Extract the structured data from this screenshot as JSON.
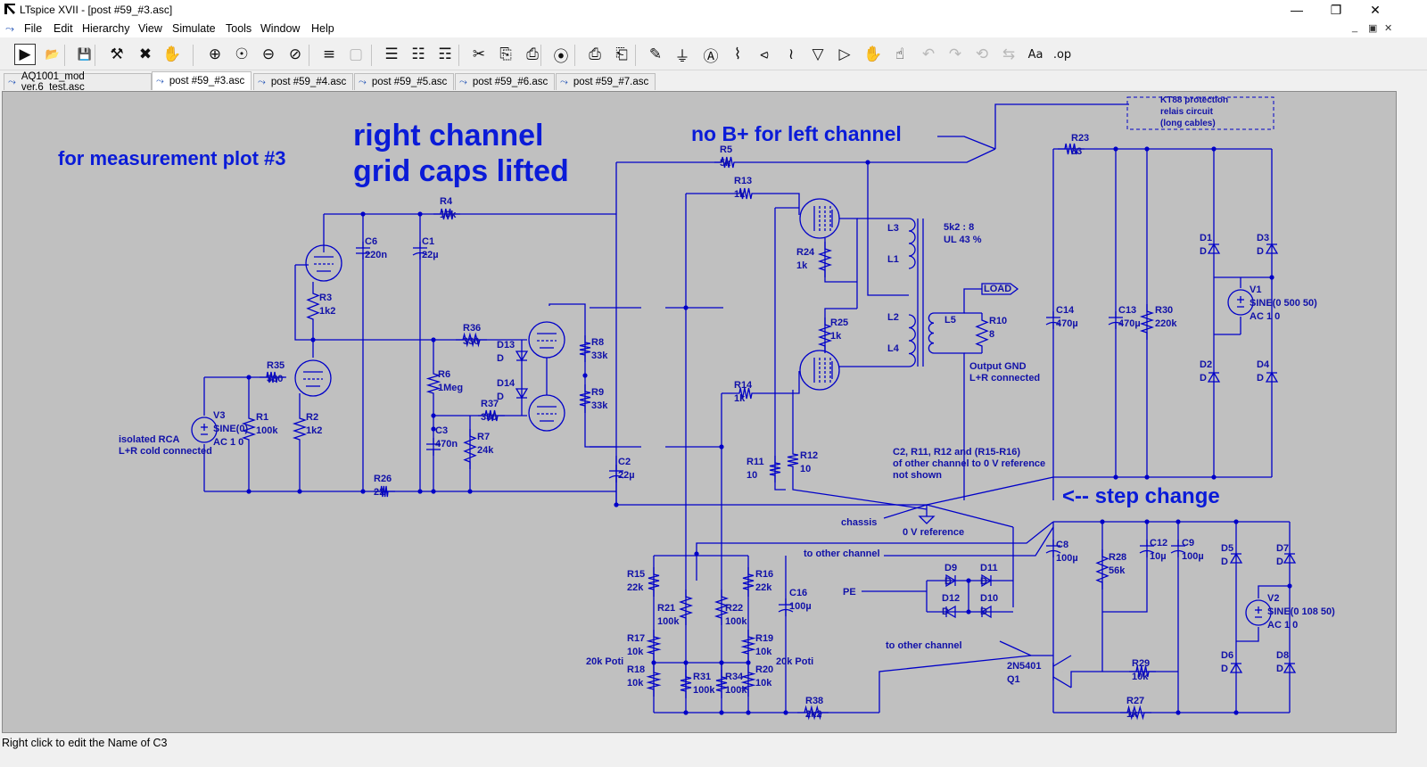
{
  "window": {
    "title": "LTspice XVII - [post #59_#3.asc]",
    "controls": {
      "minimize": "—",
      "restore": "❐",
      "close": "✕"
    }
  },
  "menu": [
    "File",
    "Edit",
    "Hierarchy",
    "View",
    "Simulate",
    "Tools",
    "Window",
    "Help"
  ],
  "mdi_controls": {
    "minimize": "_",
    "restore": "▣",
    "close": "✕"
  },
  "toolbar": [
    {
      "icon": "run-icon",
      "glyph": "▶"
    },
    {
      "icon": "open-icon",
      "glyph": "📂"
    },
    {
      "icon": "save-icon",
      "glyph": "💾"
    },
    {
      "icon": "control-panel-icon",
      "glyph": "⚒"
    },
    {
      "icon": "halt-icon",
      "glyph": "✖"
    },
    {
      "icon": "pan-icon",
      "glyph": "✋"
    },
    {
      "icon": "zoom-in-icon",
      "glyph": "⊕"
    },
    {
      "icon": "zoom-pan-icon",
      "glyph": "☉"
    },
    {
      "icon": "zoom-out-icon",
      "glyph": "⊖"
    },
    {
      "icon": "zoom-fit-icon",
      "glyph": "⊘"
    },
    {
      "icon": "autoscale-icon",
      "glyph": "≡"
    },
    {
      "icon": "fit-icon",
      "glyph": "▢"
    },
    {
      "icon": "tile-horizontal-icon",
      "glyph": "☰"
    },
    {
      "icon": "cascade-icon",
      "glyph": "☷"
    },
    {
      "icon": "tile-vertical-icon",
      "glyph": "☶"
    },
    {
      "icon": "cut-icon",
      "glyph": "✂"
    },
    {
      "icon": "copy-icon",
      "glyph": "⎘"
    },
    {
      "icon": "paste-icon",
      "glyph": "⎙"
    },
    {
      "icon": "find-icon",
      "glyph": "⦿"
    },
    {
      "icon": "print-icon",
      "glyph": "⎙"
    },
    {
      "icon": "print-setup-icon",
      "glyph": "⎗"
    },
    {
      "icon": "draw-wire-icon",
      "glyph": "✎"
    },
    {
      "icon": "ground-icon",
      "glyph": "⏚"
    },
    {
      "icon": "label-net-icon",
      "glyph": "Ⓐ"
    },
    {
      "icon": "resistor-icon",
      "glyph": "⌇"
    },
    {
      "icon": "capacitor-icon",
      "glyph": "⪦"
    },
    {
      "icon": "inductor-icon",
      "glyph": "≀"
    },
    {
      "icon": "diode-icon",
      "glyph": "▽"
    },
    {
      "icon": "component-icon",
      "glyph": "▷"
    },
    {
      "icon": "move-icon",
      "glyph": "✋"
    },
    {
      "icon": "drag-icon",
      "glyph": "☝"
    },
    {
      "icon": "undo-icon",
      "glyph": "↶"
    },
    {
      "icon": "redo-icon",
      "glyph": "↷"
    },
    {
      "icon": "rotate-icon",
      "glyph": "⟲"
    },
    {
      "icon": "mirror-icon",
      "glyph": "⇆"
    },
    {
      "icon": "text-icon",
      "glyph": "Aa"
    },
    {
      "icon": "spice-directive-icon",
      "glyph": ".op"
    }
  ],
  "tabs": [
    {
      "label": "AQ1001_mod ver.6_test.asc",
      "active": false
    },
    {
      "label": "post #59_#3.asc",
      "active": true
    },
    {
      "label": "post #59_#4.asc",
      "active": false
    },
    {
      "label": "post #59_#5.asc",
      "active": false
    },
    {
      "label": "post #59_#6.asc",
      "active": false
    },
    {
      "label": "post #59_#7.asc",
      "active": false
    }
  ],
  "status": "Right click to edit the Name of C3",
  "schematic": {
    "colors": {
      "canvas": "#c0c0c0",
      "wire": "#0000c8",
      "text": "#1111a8",
      "heading": "#0a1bd8"
    },
    "headings": {
      "measurement": "for measurement plot #3",
      "right_channel": "right channel",
      "grid_caps": "grid caps lifted",
      "no_bplus": "no B+ for left channel",
      "step_change": "<-- step change"
    },
    "notes": {
      "kt88_1": "KT88 protection",
      "kt88_2": "relais circuit",
      "kt88_3": "(long cables)",
      "transformer_ratio": "5k2 : 8",
      "ul": "UL 43 %",
      "output_gnd_1": "Output GND",
      "output_gnd_2": "L+R connected",
      "input_1": "isolated RCA",
      "input_2": "L+R cold connected",
      "c2_note_1": "C2, R11, R12 and (R15-R16)",
      "c2_note_2": "of other channel to 0 V reference",
      "c2_note_3": "not shown",
      "chassis": "chassis",
      "zero_v": "0 V reference",
      "other_channel_1": "to other channel",
      "other_channel_2": "to other channel",
      "pe": "PE",
      "load": "LOAD",
      "poti_left": "20k Poti",
      "poti_right": "20k Poti"
    },
    "components": {
      "R5": [
        "R5",
        "5k"
      ],
      "R13": [
        "R13",
        "1k"
      ],
      "R4": [
        "R4",
        "10k"
      ],
      "C6": [
        "C6",
        "220n"
      ],
      "C1": [
        "C1",
        "22µ"
      ],
      "R3": [
        "R3",
        "1k2"
      ],
      "R36": [
        "R36",
        "330"
      ],
      "D13": [
        "D13",
        "D"
      ],
      "D14": [
        "D14",
        "D"
      ],
      "R8": [
        "R8",
        "33k"
      ],
      "R9": [
        "R9",
        "33k"
      ],
      "R35": [
        "R35",
        "330"
      ],
      "R6": [
        "R6",
        "1Meg"
      ],
      "R37": [
        "R37",
        "330"
      ],
      "R1": [
        "R1",
        "100k"
      ],
      "R2": [
        "R2",
        "1k2"
      ],
      "C3": [
        "C3",
        "470n"
      ],
      "R7": [
        "R7",
        "24k"
      ],
      "V3": [
        "V3",
        "SINE(0)",
        "AC 1 0"
      ],
      "R26": [
        "R26",
        "22"
      ],
      "C2": [
        "C2",
        "22µ"
      ],
      "R24": [
        "R24",
        "1k"
      ],
      "R25": [
        "R25",
        "1k"
      ],
      "R14": [
        "R14",
        "1k"
      ],
      "R11": [
        "R11",
        "10"
      ],
      "R12": [
        "R12",
        "10"
      ],
      "L3": [
        "L3"
      ],
      "L1": [
        "L1"
      ],
      "L2": [
        "L2"
      ],
      "L4": [
        "L4"
      ],
      "L5": [
        "L5"
      ],
      "R10": [
        "R10",
        "8"
      ],
      "R23": [
        "R23",
        "33"
      ],
      "C14": [
        "C14",
        "470µ"
      ],
      "C13": [
        "C13",
        "470µ"
      ],
      "R30": [
        "R30",
        "220k"
      ],
      "D1": [
        "D1",
        "D"
      ],
      "D2": [
        "D2",
        "D"
      ],
      "D3": [
        "D3",
        "D"
      ],
      "D4": [
        "D4",
        "D"
      ],
      "V1": [
        "V1",
        "SINE(0 500 50)",
        "AC 1 0"
      ],
      "C8": [
        "C8",
        "100µ"
      ],
      "R28": [
        "R28",
        "56k"
      ],
      "C12": [
        "C12",
        "10µ"
      ],
      "C9": [
        "C9",
        "100µ"
      ],
      "D5": [
        "D5",
        "D"
      ],
      "D6": [
        "D6",
        "D"
      ],
      "D7": [
        "D7",
        "D"
      ],
      "D8": [
        "D8",
        "D"
      ],
      "V2": [
        "V2",
        "SINE(0 108 50)",
        "AC 1 0"
      ],
      "Q1": [
        "2N5401",
        "Q1"
      ],
      "R29": [
        "R29",
        "10k"
      ],
      "R27": [
        "R27",
        "1k"
      ],
      "R15": [
        "R15",
        "22k"
      ],
      "R16": [
        "R16",
        "22k"
      ],
      "C16": [
        "C16",
        "100µ"
      ],
      "R21": [
        "R21",
        "100k"
      ],
      "R22": [
        "R22",
        "100k"
      ],
      "R17": [
        "R17",
        "10k"
      ],
      "R19": [
        "R19",
        "10k"
      ],
      "R18": [
        "R18",
        "10k"
      ],
      "R20": [
        "R20",
        "10k"
      ],
      "R31": [
        "R31",
        "100k"
      ],
      "R34": [
        "R34",
        "100k"
      ],
      "R38": [
        "R38",
        "2k2"
      ],
      "D9": [
        "D9",
        "D"
      ],
      "D11": [
        "D11",
        "D"
      ],
      "D12": [
        "D12",
        "D"
      ],
      "D10": [
        "D10",
        "D"
      ]
    }
  }
}
